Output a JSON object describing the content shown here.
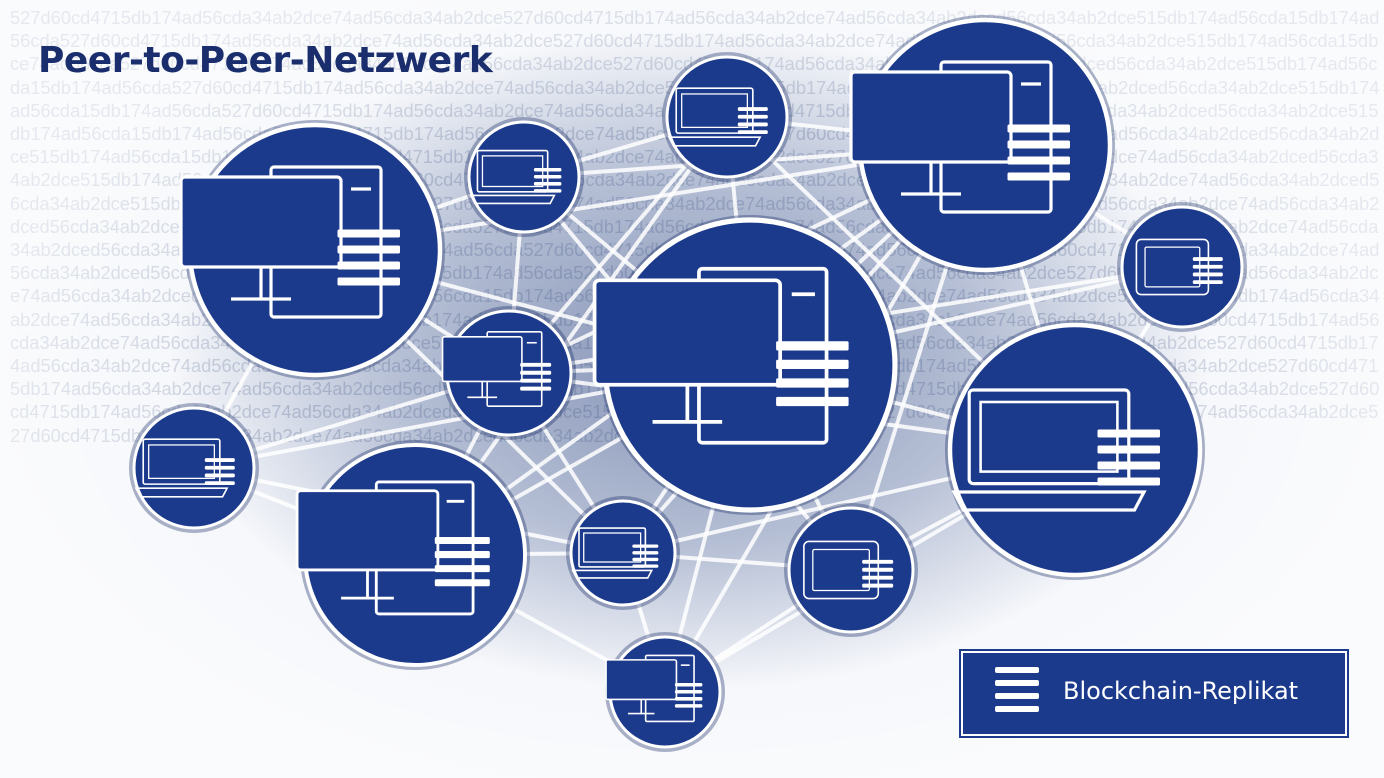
{
  "title": "Peer-to-Peer-Netzwerk",
  "legend": {
    "label": "Blockchain-Replikat",
    "icon": "list-lines-icon"
  },
  "background_text": "527d60cd4715db174ad56cda34ab2dce74ad56cda34ab2dce527d60cd4715db174ad56cda34ab2dce74ad56cda34ab2dced56cda34ab2dce515db174ad56cda15db174ad56cda527d60cd4715db174ad56cda34ab2dce74ad56cda34ab2dce527d60cd4715db174ad56cda34ab2dce74ad56cda34ab2dced56cda34ab2dce515db174ad56cda15dbce74ad56cda527d60cd4715db174ad56cda34ab2dce74ad56cda34ab2dce527d60cd4715db174ad56cda34ab2dce74ad56cda34ab2dced56cda34ab2dce515db174ad56cda15db174ad56cda527d60cd4715db174ad56cda34ab2dce74ad56cda34ab2dce527d60cd4715db174ad56cda34ab2dce74ad56cda34ab2dced56cda34ab2dce515db174ad56cda15db174ad56cda527d60cd4715db174ad56cda34ab2dce74ad56cda34ab2dce527d60cd4715db174ad56cda34ab2dce74ad56cda34ab2dced56cda34ab2dce515db174ad56cda15db174ad56cda527d60cd4715db174ad56cda34ab2dce74ad56cda34ab2dce527d60cd4715db174ad56cda34ab2dce74ad56cda34ab2dced56cda34ab2dce515db174ad56cda15db174ad56cda527d60cd4715db174ad56cda34ab2dce74ad56cda34ab2dce527d60cd4715db174ad56cda34ab2dce74ad56cda34ab2dced56cda34ab2dce515db174ad56cda15db174ad56cda527d60cd4715db174ad56cda34ab2dce74ad56cda34ab2dce527d60cd4715db174ad56cda34ab2dce74ad56cda34ab2dced56cda34ab2dce515db174ad56cda15db174ad56cda527d60cd4715db174ad56cda34ab2dce74ad56cda34ab2dce527d60cd4715db174ad56cda34ab2dce74ad56cda34ab2dced56cda34ab2dce515db174ad56cda15db174ad56cda527d60cd4715db174ad56cda34ab2dce74ad56cda34ab2dce527d60cd4715db174ad56cda34ab2dce74ad56cda34ab2dced56cda34ab2dce515db174ad56cda15db174ad56cda527d60cd4715db174ad56cda34ab2dce74ad56cda34ab2dce527d60cd4715db174ad56cda34ab2dce74ad56cda34ab2dced56cda34ab2dce515db174ad56cda15db174ad56cda527d60cd4715db174ad56cda34ab2dce74ad56cda34ab2dce527d60cd4715db174ad56cda34ab2dce74ad56cda34ab2dced56cda34ab2dce515db174ad56cda15db174ad56cda527d60cd4715db174ad56cda34ab2dce74ad56cda34ab2dce527d60cd4715db174ad56cda34ab2dce74ad56cda34ab2dced56cda34ab2dce515db174ad56cda15db174ad56cda527d60cd4715db174ad56cda34ab2dce74ad56cda34ab2dce527d60cd4715db174ad56cda34ab2dce74ad56cda34ab2dced56cda34ab2dce515db174ad56cda15db174ad56cda527d60cd4715db174ad56cda34ab2dce74ad56cda34ab2dce527d60cd4715db174ad56cda34ab2dce74ad56cda34ab2dced56cda34ab2dce515db174ad56cda15db174ad56cda527d60cd4715db174ad56cda34ab2dce74ad56cda34ab2dce527d60cd4715db174ad56cda34ab2dce74ad56cda34ab2dced56cda34ab2dce515db174ad56cda15db174ad56cda527d60cd4715db174ad56cda34ab2dce74ad56cda34ab2dce527d60cd4715db174ad56cda34ab2dce74ad56cda34ab2dced56cda34ab2dce515db174ad56cda15db174ad56cda527d60cd4715db174ad56cda34ab2dce74ad56cda34ab2dce527d60cd4715db174ad56cda34ab2dce74ad56cda34ab2dced56cda34ab2dce515db174ad56cda15db174ad",
  "colors": {
    "node_fill": "#1c3a8c",
    "node_border": "#ffffff",
    "title": "#1a2e6e",
    "edge": "#ffffff"
  },
  "nodes": [
    {
      "id": "desktop-left",
      "device": "desktop"
    },
    {
      "id": "laptop-top-small",
      "device": "laptop"
    },
    {
      "id": "laptop-top",
      "device": "laptop"
    },
    {
      "id": "desktop-top-right",
      "device": "desktop"
    },
    {
      "id": "tablet-right",
      "device": "tablet"
    },
    {
      "id": "desktop-center-small",
      "device": "desktop"
    },
    {
      "id": "desktop-center",
      "device": "desktop"
    },
    {
      "id": "laptop-right",
      "device": "laptop"
    },
    {
      "id": "laptop-left",
      "device": "laptop"
    },
    {
      "id": "desktop-bottom-left",
      "device": "desktop"
    },
    {
      "id": "laptop-bottom-mid",
      "device": "laptop"
    },
    {
      "id": "tablet-bottom",
      "device": "tablet"
    },
    {
      "id": "desktop-bottom",
      "device": "desktop"
    }
  ],
  "edges": [
    [
      "desktop-left",
      "laptop-top-small"
    ],
    [
      "desktop-left",
      "desktop-center"
    ],
    [
      "desktop-left",
      "desktop-center-small"
    ],
    [
      "desktop-left",
      "laptop-left"
    ],
    [
      "desktop-left",
      "desktop-top-right"
    ],
    [
      "desktop-left",
      "laptop-bottom-mid"
    ],
    [
      "laptop-top-small",
      "laptop-top"
    ],
    [
      "laptop-top-small",
      "desktop-center"
    ],
    [
      "laptop-top-small",
      "desktop-center-small"
    ],
    [
      "laptop-top-small",
      "desktop-top-right"
    ],
    [
      "laptop-top-small",
      "tablet-bottom"
    ],
    [
      "laptop-top",
      "desktop-top-right"
    ],
    [
      "laptop-top",
      "desktop-center"
    ],
    [
      "laptop-top",
      "desktop-center-small"
    ],
    [
      "laptop-top",
      "laptop-right"
    ],
    [
      "laptop-top",
      "desktop-bottom-left"
    ],
    [
      "desktop-top-right",
      "desktop-center"
    ],
    [
      "desktop-top-right",
      "tablet-right"
    ],
    [
      "desktop-top-right",
      "laptop-right"
    ],
    [
      "desktop-top-right",
      "desktop-center-small"
    ],
    [
      "desktop-top-right",
      "tablet-bottom"
    ],
    [
      "desktop-top-right",
      "desktop-bottom"
    ],
    [
      "desktop-top-right",
      "laptop-bottom-mid"
    ],
    [
      "desktop-top-right",
      "desktop-bottom-left"
    ],
    [
      "tablet-right",
      "desktop-center"
    ],
    [
      "tablet-right",
      "laptop-right"
    ],
    [
      "tablet-right",
      "desktop-center-small"
    ],
    [
      "desktop-center-small",
      "desktop-center"
    ],
    [
      "desktop-center-small",
      "laptop-left"
    ],
    [
      "desktop-center-small",
      "laptop-bottom-mid"
    ],
    [
      "desktop-center-small",
      "desktop-bottom-left"
    ],
    [
      "desktop-center-small",
      "laptop-right"
    ],
    [
      "desktop-center",
      "laptop-right"
    ],
    [
      "desktop-center",
      "desktop-bottom-left"
    ],
    [
      "desktop-center",
      "laptop-bottom-mid"
    ],
    [
      "desktop-center",
      "tablet-bottom"
    ],
    [
      "desktop-center",
      "desktop-bottom"
    ],
    [
      "desktop-center",
      "laptop-left"
    ],
    [
      "laptop-right",
      "tablet-bottom"
    ],
    [
      "laptop-right",
      "laptop-bottom-mid"
    ],
    [
      "laptop-right",
      "desktop-bottom"
    ],
    [
      "laptop-left",
      "desktop-bottom-left"
    ],
    [
      "laptop-left",
      "laptop-bottom-mid"
    ],
    [
      "desktop-bottom-left",
      "laptop-bottom-mid"
    ],
    [
      "desktop-bottom-left",
      "desktop-bottom"
    ],
    [
      "laptop-bottom-mid",
      "tablet-bottom"
    ],
    [
      "laptop-bottom-mid",
      "desktop-bottom"
    ],
    [
      "tablet-bottom",
      "desktop-bottom"
    ]
  ]
}
